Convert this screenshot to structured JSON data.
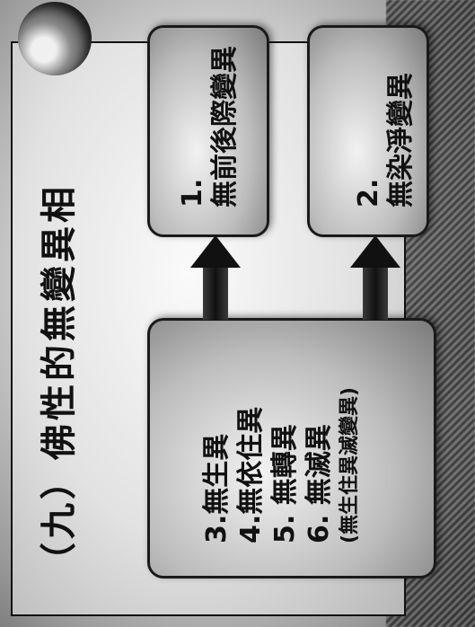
{
  "title": "（九）佛性的無變異相",
  "boxes": {
    "left": {
      "line1": "3.無生異",
      "line2": "4.無依住異",
      "line3": "5. 無轉異",
      "line4": "6. 無滅異",
      "line5": "(無生住異滅變異)"
    },
    "right_top": {
      "line1": "1.",
      "line2": "無前後際變異"
    },
    "right_bottom": {
      "line1": "2.",
      "line2": "無染淨變異"
    }
  },
  "icons": {
    "logo": "circular-logo-icon",
    "arrow1": "arrow-right-icon",
    "arrow2": "arrow-right-icon"
  }
}
